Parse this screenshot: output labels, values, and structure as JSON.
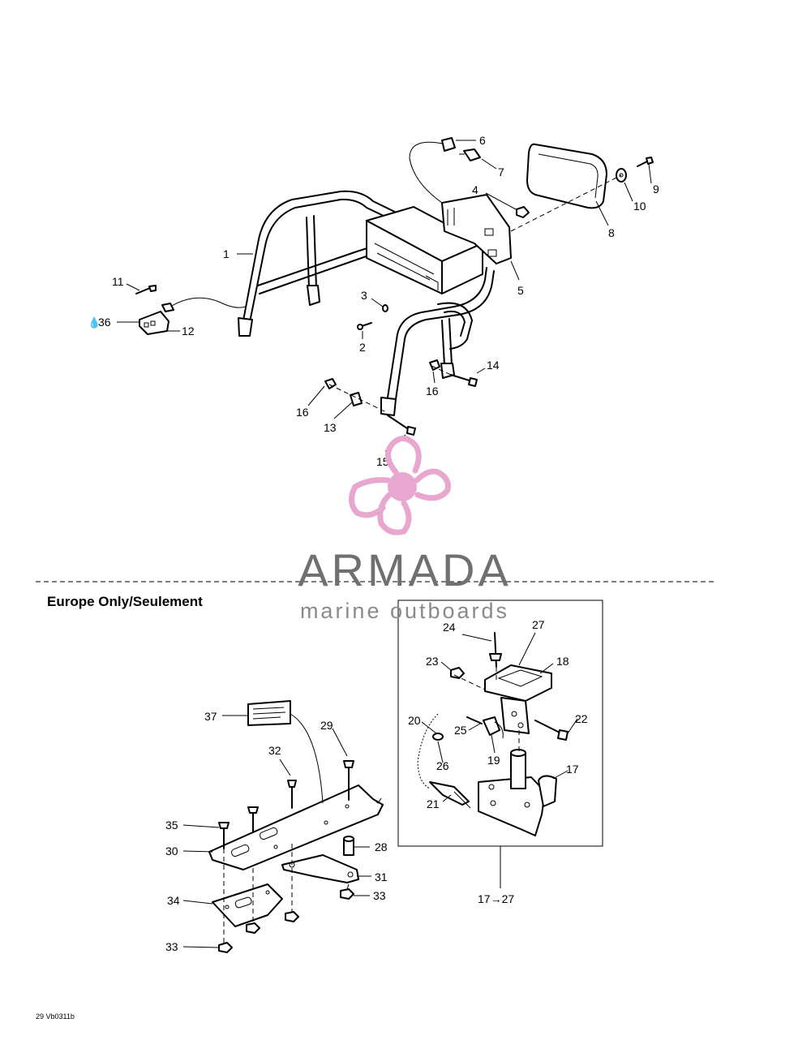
{
  "callouts": {
    "c1": "1",
    "c2": "2",
    "c3": "3",
    "c4": "4",
    "c5": "5",
    "c6": "6",
    "c7": "7",
    "c8": "8",
    "c9": "9",
    "c10": "10",
    "c11": "11",
    "c12": "12",
    "c13": "13",
    "c14": "14",
    "c15": "15",
    "c16a": "16",
    "c16b": "16",
    "c36": "36",
    "c17": "17",
    "c18": "18",
    "c19": "19",
    "c20": "20",
    "c21": "21",
    "c22": "22",
    "c23": "23",
    "c24": "24",
    "c25": "25",
    "c26": "26",
    "c27": "27",
    "c28": "28",
    "c29": "29",
    "c30": "30",
    "c31": "31",
    "c32": "32",
    "c33a": "33",
    "c33b": "33",
    "c34": "34",
    "c35": "35",
    "c37": "37",
    "kit": "17→27"
  },
  "section_title": "Europe Only/Seulement",
  "drawing_code": "29 Vb0311b",
  "watermark": {
    "title": "ARMADA",
    "subtitle": "marine outboards",
    "logo_color": "#e8a7cf",
    "text_color": "#707070"
  },
  "icons": [
    "drop-icon",
    "propeller-logo-icon"
  ]
}
